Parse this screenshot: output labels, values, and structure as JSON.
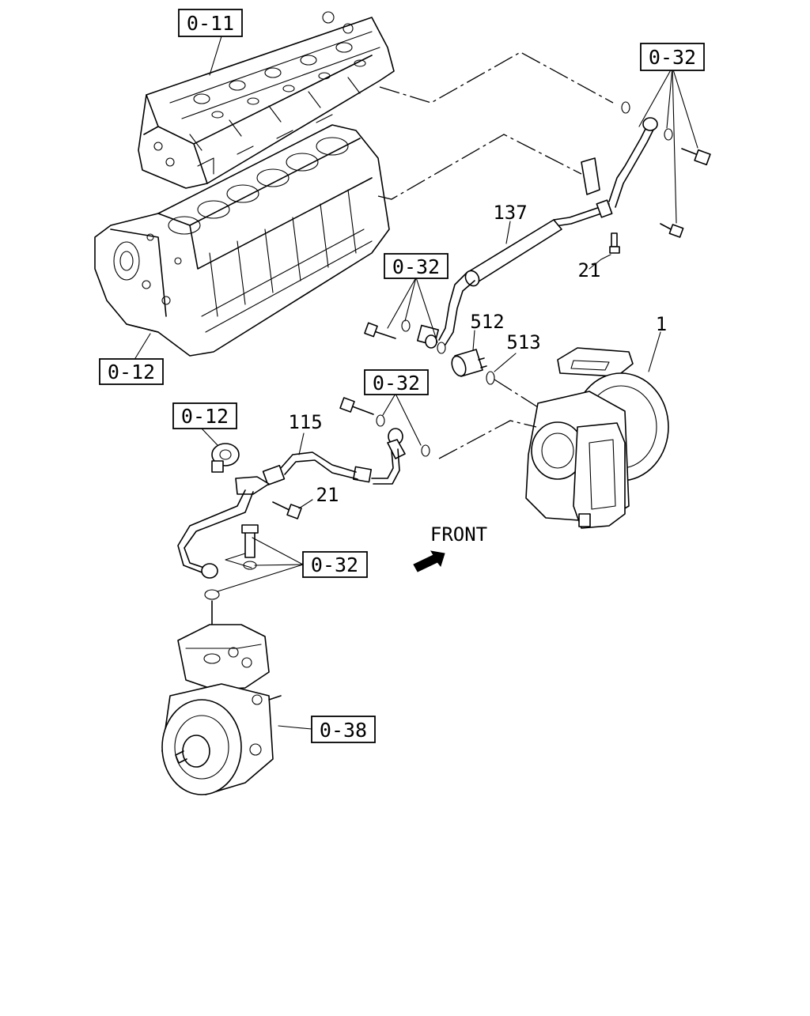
{
  "callouts": {
    "cyl_head_ref": "0-11",
    "cyl_block_ref": "0-12",
    "head_fasteners_ref": "0-32",
    "pipe137_fasteners_ref": "0-32",
    "turbo_fasteners_ref": "0-32",
    "block_port_ref": "0-12",
    "pipe115_fasteners_ref": "0-32",
    "air_compressor_ref": "0-38"
  },
  "part_numbers": {
    "turbocharger": "1",
    "oil_pipe_feed": "137",
    "eye_bolt_upper": "21",
    "adapter": "512",
    "gasket": "513",
    "oil_pipe_return": "115",
    "eye_bolt_lower": "21"
  },
  "direction": {
    "front_label": "FRONT"
  }
}
